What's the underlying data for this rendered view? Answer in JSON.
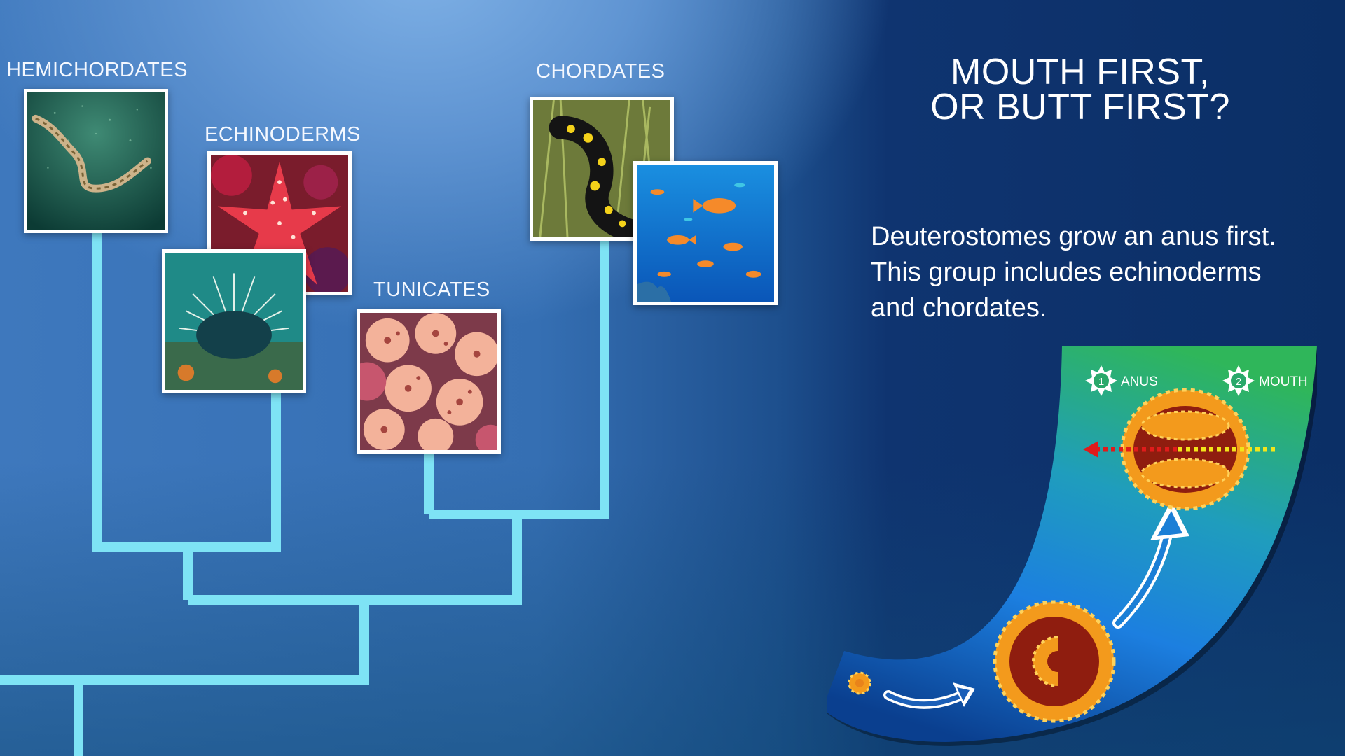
{
  "heading": {
    "line1": "MOUTH FIRST,",
    "line2": "OR BUTT FIRST?"
  },
  "description": "Deuterostomes grow an anus first. This group includes echinoderms and chordates.",
  "groups": {
    "hemichordates": "HEMICHORDATES",
    "echinoderms": "ECHINODERMS",
    "tunicates": "TUNICATES",
    "chordates": "CHORDATES"
  },
  "embryo_panel": {
    "step1_number": "1",
    "step1_label": "ANUS",
    "step2_number": "2",
    "step2_label": "MOUTH"
  },
  "colors": {
    "tree_line": "#7ee3f5",
    "panel_green": "#27b35a",
    "panel_blue": "#1c88de",
    "embryo_orange": "#f39a1c",
    "embryo_dark": "#8f1d0f",
    "arrow_red": "#e01b1b",
    "arrow_yellow": "#f2e51a"
  },
  "photos": {
    "hemichordate": "acorn-worm-photo",
    "starfish": "sea-star-photo",
    "urchin": "sea-urchin-photo",
    "tunicate": "colonial-tunicate-photo",
    "salamander": "fire-salamander-photo",
    "fish": "anthias-fish-photo"
  }
}
